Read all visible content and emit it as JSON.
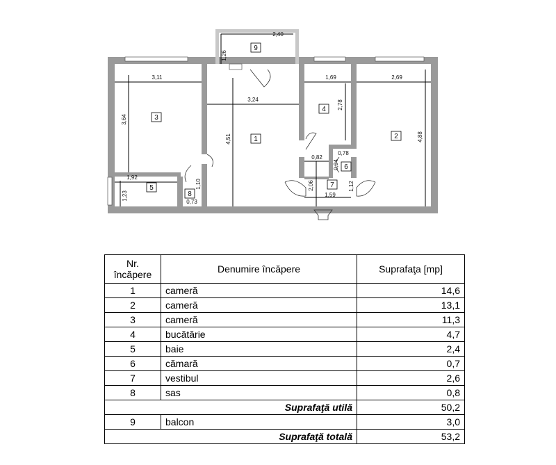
{
  "plan": {
    "rooms": [
      {
        "n": "1",
        "label": "1"
      },
      {
        "n": "2",
        "label": "2"
      },
      {
        "n": "3",
        "label": "3"
      },
      {
        "n": "4",
        "label": "4"
      },
      {
        "n": "5",
        "label": "5"
      },
      {
        "n": "6",
        "label": "6"
      },
      {
        "n": "7",
        "label": "7"
      },
      {
        "n": "8",
        "label": "8"
      },
      {
        "n": "9",
        "label": "9"
      }
    ],
    "dims": {
      "balcony_w": "2,40",
      "balcony_h": "1,26",
      "room3_w": "3,11",
      "room3_h": "3,64",
      "room1_w": "3,24",
      "room1_h": "4,51",
      "room4_w": "1,69",
      "room4_h": "2,78",
      "room2_w": "2,69",
      "room2_h": "4,88",
      "room5_w": "1,92",
      "room5_h": "1,23",
      "room8_h": "1,10",
      "room8_w": "0,73",
      "room6_w": "0,78",
      "room6_h": "0,94",
      "room7_w1": "0,82",
      "room7_h1": "2,06",
      "room7_w2": "1,59",
      "room7_h2": "1,12"
    }
  },
  "table": {
    "headers": {
      "nr": "Nr. încăpere",
      "name": "Denumire încăpere",
      "area": "Suprafaţa [mp]"
    },
    "rows": [
      {
        "nr": "1",
        "name": "cameră",
        "area": "14,6"
      },
      {
        "nr": "2",
        "name": "cameră",
        "area": "13,1"
      },
      {
        "nr": "3",
        "name": "cameră",
        "area": "11,3"
      },
      {
        "nr": "4",
        "name": "bucătărie",
        "area": "4,7"
      },
      {
        "nr": "5",
        "name": "baie",
        "area": "2,4"
      },
      {
        "nr": "6",
        "name": "cămară",
        "area": "0,7"
      },
      {
        "nr": "7",
        "name": "vestibul",
        "area": "2,6"
      },
      {
        "nr": "8",
        "name": "sas",
        "area": "0,8"
      }
    ],
    "subtotal": {
      "label": "Suprafaţă utilă",
      "area": "50,2"
    },
    "balcony": {
      "nr": "9",
      "name": "balcon",
      "area": "3,0"
    },
    "total": {
      "label": "Suprafaţă totală",
      "area": "53,2"
    }
  }
}
